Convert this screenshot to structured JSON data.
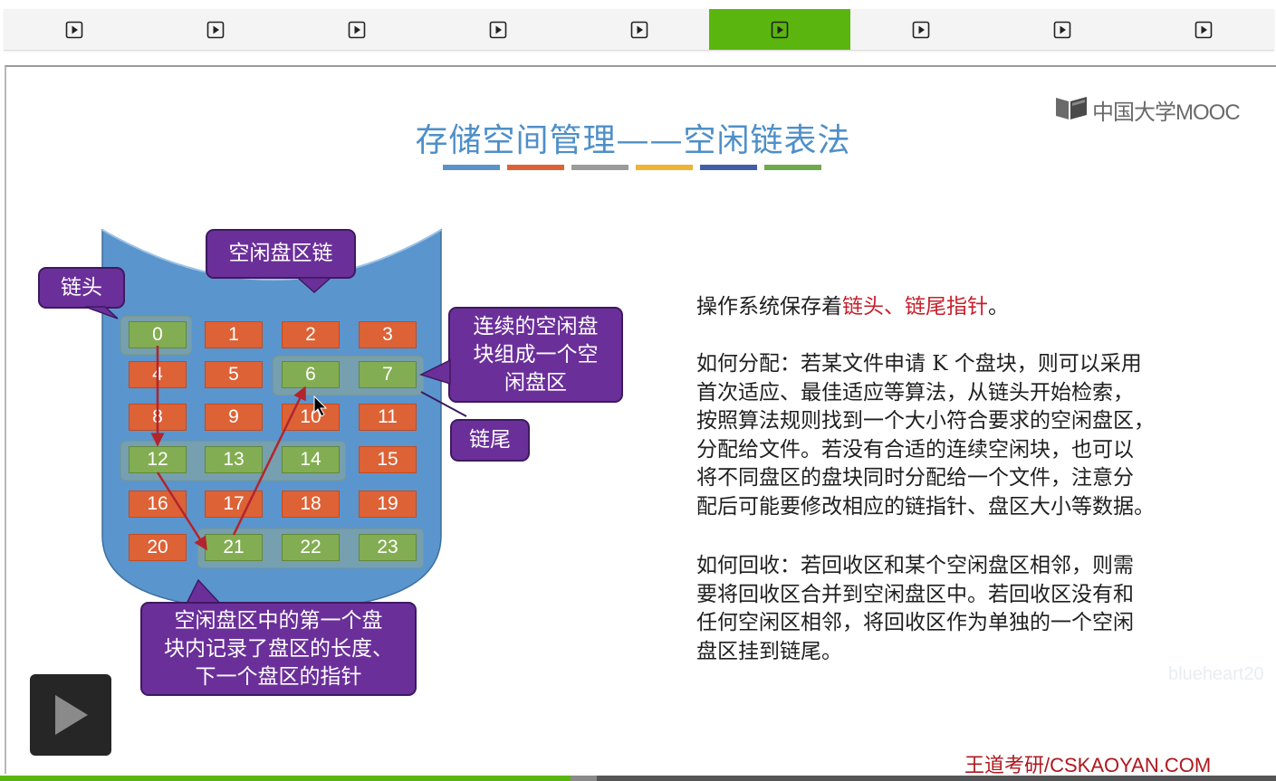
{
  "tabs": [
    {
      "label": "",
      "active": false
    },
    {
      "label": "",
      "active": false
    },
    {
      "label": "",
      "active": false
    },
    {
      "label": "",
      "active": false
    },
    {
      "label": "",
      "active": false
    },
    {
      "label": "",
      "active": true
    },
    {
      "label": "",
      "active": false
    },
    {
      "label": "",
      "active": false
    },
    {
      "label": "",
      "active": false
    }
  ],
  "colors": {
    "tab_active": "#5ab60e",
    "title": "#4f8fc7",
    "block_orange": "#dd6236",
    "block_green": "#83ad52",
    "callout": "#6b2f9a",
    "cylinder": "#5b95cd",
    "arrow": "#b3242c",
    "highlight_red": "#c6202c",
    "footer": "#b0171e"
  },
  "slide": {
    "title": "存储空间管理——空闲链表法",
    "title_bar_colors": [
      "#5b93c8",
      "#dd6236",
      "#9b9b9b",
      "#f0b333",
      "#3f5fa9",
      "#6eaa4c"
    ],
    "logo_text": "中国大学MOOC",
    "logo_icon": "mooc-book-icon",
    "watermark": "blueheart20",
    "footer": "王道考研/CSKAOYAN.COM"
  },
  "diagram": {
    "cylinder_label": "空闲盘区链",
    "head_label": "链头",
    "tail_label": "链尾",
    "group_callout": [
      "连续的空闲盘",
      "块组成一个空",
      "闲盘区"
    ],
    "first_block_callout": [
      "空闲盘区中的第一个盘",
      "块内记录了盘区的长度、",
      "下一个盘区的指针"
    ],
    "blocks": [
      {
        "n": "0",
        "free": true
      },
      {
        "n": "1",
        "free": false
      },
      {
        "n": "2",
        "free": false
      },
      {
        "n": "3",
        "free": false
      },
      {
        "n": "4",
        "free": false
      },
      {
        "n": "5",
        "free": false
      },
      {
        "n": "6",
        "free": true
      },
      {
        "n": "7",
        "free": true
      },
      {
        "n": "8",
        "free": false
      },
      {
        "n": "9",
        "free": false
      },
      {
        "n": "10",
        "free": false
      },
      {
        "n": "11",
        "free": false
      },
      {
        "n": "12",
        "free": true
      },
      {
        "n": "13",
        "free": true
      },
      {
        "n": "14",
        "free": true
      },
      {
        "n": "15",
        "free": false
      },
      {
        "n": "16",
        "free": false
      },
      {
        "n": "17",
        "free": false
      },
      {
        "n": "18",
        "free": false
      },
      {
        "n": "19",
        "free": false
      },
      {
        "n": "20",
        "free": false
      },
      {
        "n": "21",
        "free": true
      },
      {
        "n": "22",
        "free": true
      },
      {
        "n": "23",
        "free": true
      }
    ],
    "chain": [
      {
        "from": "0",
        "to": "12"
      },
      {
        "from": "12",
        "to": "21"
      },
      {
        "from": "21",
        "to": "6"
      }
    ]
  },
  "text": {
    "p1_prefix": "操作系统保存着",
    "p1_highlight": "链头、链尾指针",
    "p1_suffix": "。",
    "p2_lines": [
      "如何分配：若某文件申请 K 个盘块，则可以采用",
      "首次适应、最佳适应等算法，从链头开始检索，",
      "按照算法规则找到一个大小符合要求的空闲盘区，",
      "分配给文件。若没有合适的连续空闲块，也可以",
      "将不同盘区的盘块同时分配给一个文件，注意分",
      "配后可能要修改相应的链指针、盘区大小等数据。"
    ],
    "p3_lines": [
      "如何回收：若回收区和某个空闲盘区相邻，则需",
      "要将回收区合并到空闲盘区中。若回收区没有和",
      "任何空闲区相邻，将回收区作为单独的一个空闲",
      "盘区挂到链尾。"
    ]
  },
  "player": {
    "play_icon": "play-icon",
    "progress": 0.447,
    "buffered": 0.468
  }
}
